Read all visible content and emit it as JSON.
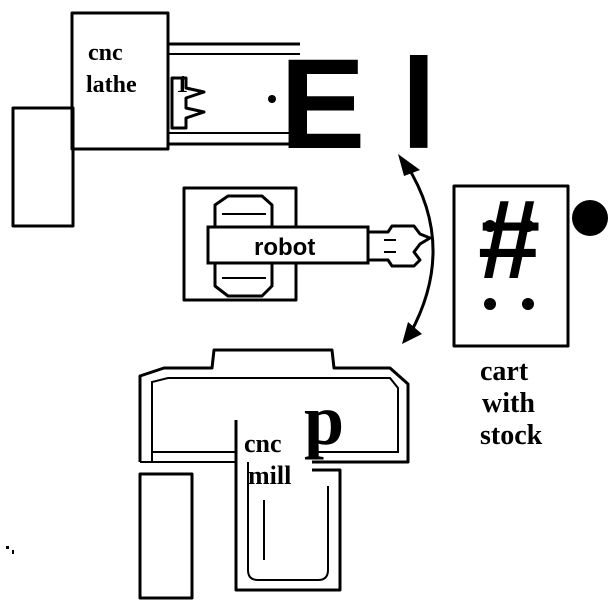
{
  "labels": {
    "lathe_line1": "cnc",
    "lathe_line2": "lathe",
    "lathe_number": "1",
    "robot": "robot",
    "cart_line1": "cart",
    "cart_line2": "with",
    "cart_line3": "stock",
    "mill_line1": "cnc",
    "mill_line2": "mill",
    "overlay_lathe": "E l",
    "overlay_cart": "#",
    "overlay_mill": "p"
  }
}
